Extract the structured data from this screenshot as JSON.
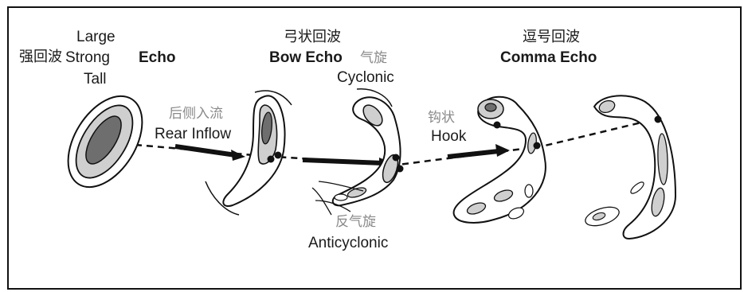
{
  "stage1": {
    "label_large": "Large",
    "label_zh_strong_echo": "强回波",
    "label_strong": "Strong",
    "label_echo": "Echo",
    "label_tall": "Tall"
  },
  "stage2": {
    "label_zh_rear_inflow": "后侧入流",
    "label_rear_inflow": "Rear Inflow"
  },
  "stage3": {
    "label_zh_bow_echo": "弓状回波",
    "label_bow_echo": "Bow Echo",
    "label_zh_cyclonic": "气旋",
    "label_cyclonic": "Cyclonic",
    "label_zh_anticyclonic": "反气旋",
    "label_anticyclonic": "Anticyclonic"
  },
  "stage4": {
    "label_zh_hook": "钩状",
    "label_hook": "Hook",
    "label_zh_comma_echo": "逗号回波",
    "label_comma_echo": "Comma Echo"
  },
  "colors": {
    "outline": "#111111",
    "light_gray": "#cfcfcf",
    "mid_gray": "#9a9a9a",
    "dark_gray": "#6e6e6e",
    "label_gray": "#8a8a8a"
  }
}
